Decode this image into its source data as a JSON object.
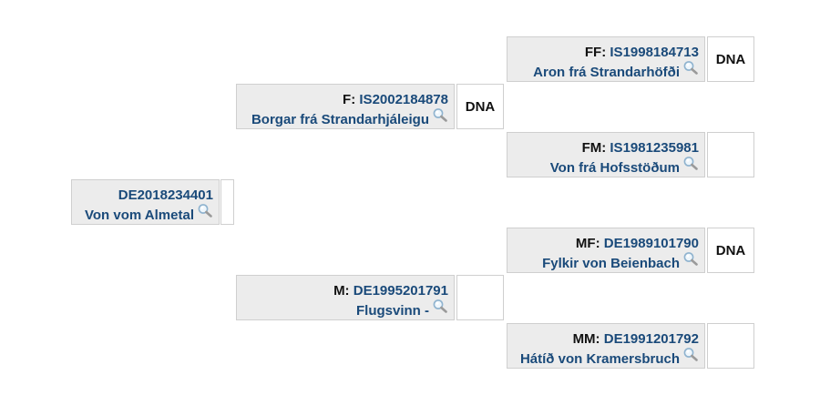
{
  "subject": {
    "id": "DE2018234401",
    "name": "Von vom Almetal",
    "dna": ""
  },
  "sire": {
    "role": "F:",
    "id": "IS2002184878",
    "name": "Borgar frá Strandarhjáleigu",
    "dna": "DNA"
  },
  "dam": {
    "role": "M:",
    "id": "DE1995201791",
    "name": "Flugsvinn -",
    "dna": ""
  },
  "sire_sire": {
    "role": "FF:",
    "id": "IS1998184713",
    "name": "Aron frá Strandarhöfði",
    "dna": "DNA"
  },
  "sire_dam": {
    "role": "FM:",
    "id": "IS1981235981",
    "name": "Von frá Hofsstöðum",
    "dna": ""
  },
  "dam_sire": {
    "role": "MF:",
    "id": "DE1989101790",
    "name": "Fylkir von Beienbach",
    "dna": "DNA"
  },
  "dam_dam": {
    "role": "MM:",
    "id": "DE1991201792",
    "name": "Hátíð von Kramersbruch",
    "dna": ""
  },
  "icons": {
    "details": "magnifier-icon"
  }
}
